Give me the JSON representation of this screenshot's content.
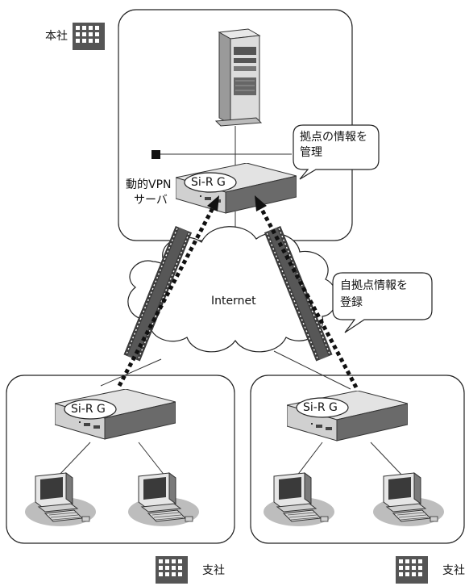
{
  "hq": {
    "label": "本社",
    "server_label_line1": "動的VPN",
    "server_label_line2": "サーバ",
    "router_name": "Si-R G",
    "callout_line1": "拠点の情報を",
    "callout_line2": "管理"
  },
  "internet": {
    "label": "Internet",
    "callout_line1": "自拠点情報を",
    "callout_line2": "登録"
  },
  "branch_left": {
    "label": "支社",
    "router_name": "Si-R G"
  },
  "branch_right": {
    "label": "支社",
    "router_name": "Si-R G"
  },
  "colors": {
    "building": "#555555",
    "router_top": "#e2e2e2",
    "router_side": "#6a6a6a",
    "tunnel": "#3c3c3c",
    "cloud_fill": "#ffffff",
    "pc_shadow": "#bdbdbd"
  },
  "icons": [
    "building-icon",
    "server-tower-icon",
    "router-icon",
    "cloud-icon",
    "vpn-tunnel-icon",
    "pc-icon",
    "hub-square-icon"
  ]
}
